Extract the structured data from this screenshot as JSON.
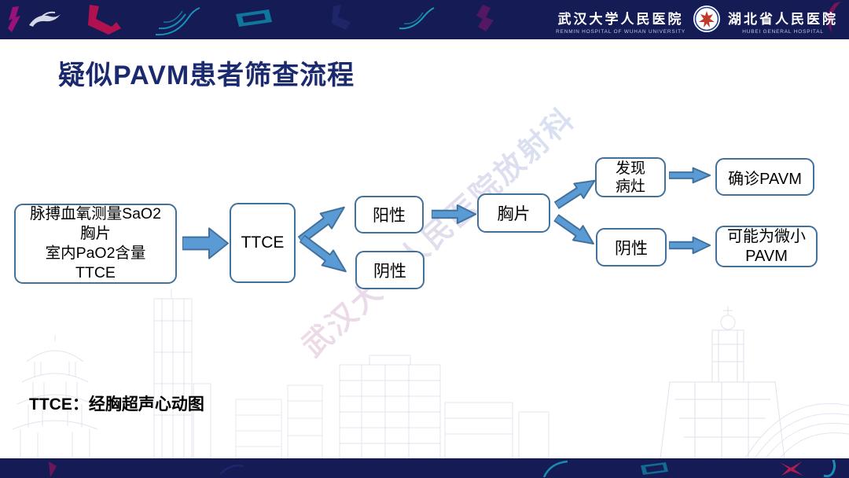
{
  "slide": {
    "title": "疑似PAVM患者筛查流程",
    "footnote": "TTCE：经胸超声心动图",
    "watermark": "武汉大学人民医院放射科"
  },
  "header": {
    "hospital_left": {
      "name": "武汉大学人民医院",
      "subtitle": "RENMIN HOSPITAL OF WUHAN UNIVERSITY"
    },
    "hospital_right": {
      "name": "湖北省人民医院",
      "subtitle": "HUBEI GENERAL HOSPITAL"
    }
  },
  "flowchart": {
    "nodes": {
      "screening": {
        "lines": [
          "脉搏血氧测量SaO2",
          "胸片",
          "室内PaO2含量",
          "TTCE"
        ]
      },
      "ttce": {
        "label": "TTCE"
      },
      "positive": {
        "label": "阳性"
      },
      "negative": {
        "label": "阴性"
      },
      "chest_xray": {
        "label": "胸片"
      },
      "lesion_found": {
        "lines": [
          "发现",
          "病灶"
        ]
      },
      "negative2": {
        "label": "阴性"
      },
      "confirmed": {
        "label": "确诊PAVM"
      },
      "possible_tiny": {
        "lines": [
          "可能为微小",
          "PAVM"
        ]
      }
    }
  },
  "colors": {
    "band_navy": "#151B54",
    "title_navy": "#1B2A6E",
    "node_border": "#41719C",
    "arrow_fill": "#5B9BD5",
    "arrow_border": "#41719C",
    "watermark_pink": "#E3BCD4",
    "watermark_blue": "#B9C8E8",
    "skyline_line": "#D7DCEA"
  }
}
